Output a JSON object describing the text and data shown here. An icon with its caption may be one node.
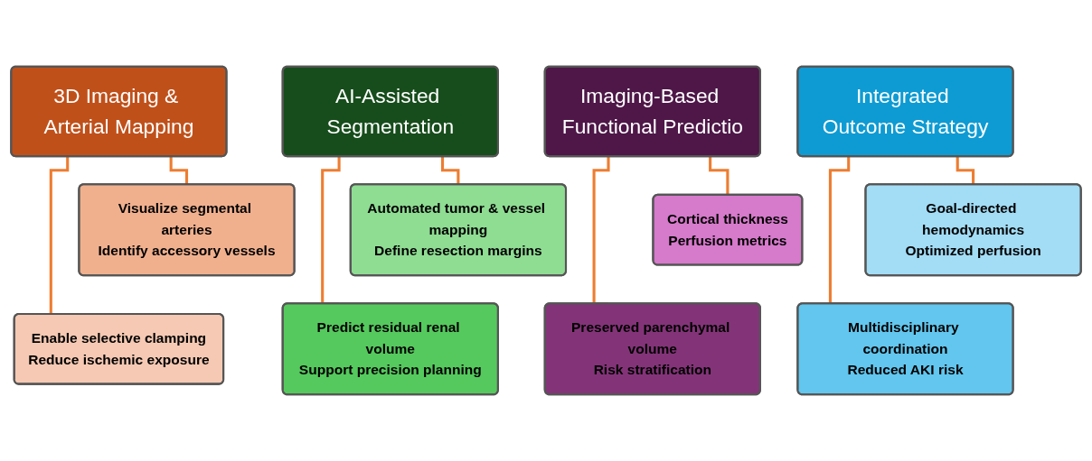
{
  "diagram": {
    "nodes": [
      {
        "text": [
          "3D Imaging & Arterial Mapping"
        ]
      },
      {
        "text": [
          "Visualize segmental arteries",
          "Identify accessory vessels"
        ]
      },
      {
        "text": [
          "Enable selective clamping",
          "Reduce ischemic exposure"
        ]
      },
      {
        "text": [
          "AI-Assisted Segmentation"
        ]
      },
      {
        "text": [
          "Automated tumor & vessel mapping",
          "Define resection margins"
        ]
      },
      {
        "text": [
          "Predict residual renal volume",
          "Support precision planning"
        ]
      },
      {
        "text": [
          "Imaging-Based Functional Predictio"
        ]
      },
      {
        "text": [
          "Cortical thickness",
          "Perfusion metrics"
        ]
      },
      {
        "text": [
          "Preserved parenchymal volume",
          "Risk stratification"
        ]
      },
      {
        "text": [
          "Integrated Outcome Strategy"
        ]
      },
      {
        "text": [
          "Goal-directed hemodynamics",
          "Optimized perfusion"
        ]
      },
      {
        "text": [
          "Multidisciplinary coordination",
          "Reduced AKI risk"
        ]
      }
    ],
    "edges": [
      {
        "from": 0,
        "to": 1,
        "arrow": "none"
      },
      {
        "from": 0,
        "to": 2,
        "arrow": "none"
      },
      {
        "from": 3,
        "to": 4,
        "arrow": "none"
      },
      {
        "from": 3,
        "to": 5,
        "arrow": "none"
      },
      {
        "from": 6,
        "to": 7,
        "arrow": "none"
      },
      {
        "from": 6,
        "to": 8,
        "arrow": "none"
      },
      {
        "from": 9,
        "to": 10,
        "arrow": "none"
      },
      {
        "from": 9,
        "to": 11,
        "arrow": "none"
      }
    ]
  }
}
